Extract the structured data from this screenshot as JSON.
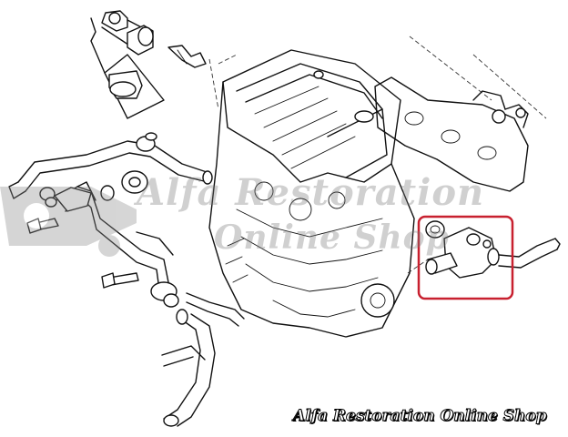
{
  "watermark": {
    "line1": "Alfa Restoration",
    "line2": "Online Shop"
  },
  "footer": {
    "brand_text": "Alfa Restoration Online Shop"
  },
  "colors": {
    "highlight_box": "#c8202f",
    "watermark": "#9a9a9a",
    "line_art": "#111111"
  },
  "icons": {
    "logo": "cart-wheel-logo"
  }
}
